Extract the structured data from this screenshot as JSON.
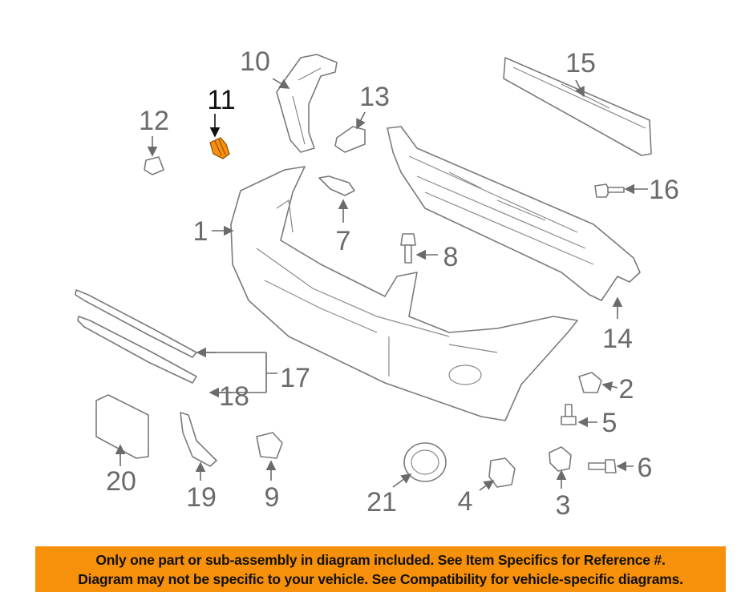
{
  "diagram": {
    "callouts": {
      "c1": "1",
      "c2": "2",
      "c3": "3",
      "c4": "4",
      "c5": "5",
      "c6": "6",
      "c7": "7",
      "c8": "8",
      "c9": "9",
      "c10": "10",
      "c11": "11",
      "c12": "12",
      "c13": "13",
      "c14": "14",
      "c15": "15",
      "c16": "16",
      "c17": "17",
      "c18": "18",
      "c19": "19",
      "c20": "20",
      "c21": "21"
    },
    "highlighted_part": "11",
    "highlight_color": "#F7900A"
  },
  "banner": {
    "line1": "Only one part or sub-assembly in diagram included. See Item Specifics for Reference #.",
    "line2": "Diagram may not be specific to your vehicle. See Compatibility for vehicle-specific diagrams.",
    "color": "#F7900A"
  }
}
